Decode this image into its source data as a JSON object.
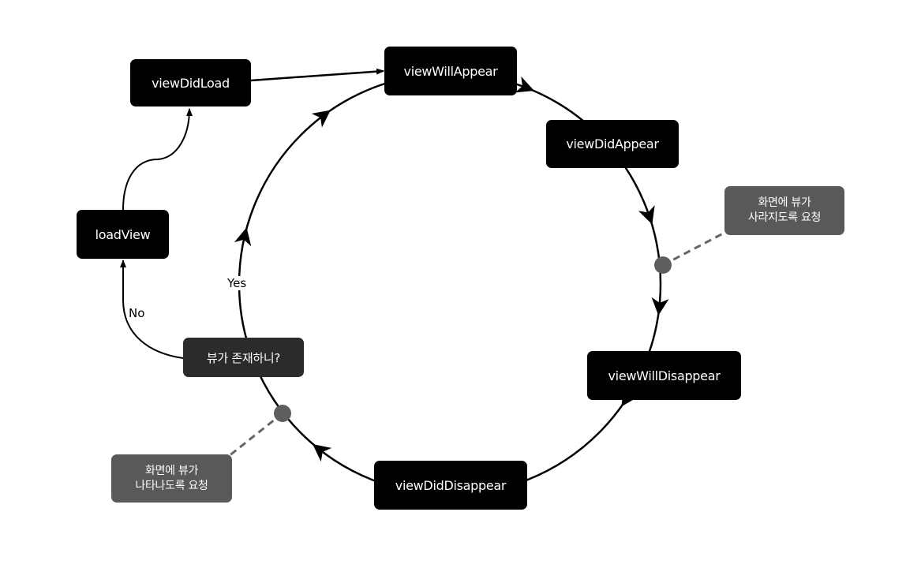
{
  "nodes": {
    "viewDidLoad": "viewDidLoad",
    "viewWillAppear": "viewWillAppear",
    "viewDidAppear": "viewDidAppear",
    "viewWillDisappear": "viewWillDisappear",
    "viewDidDisappear": "viewDidDisappear",
    "loadView": "loadView",
    "decision": "뷰가 존재하니?"
  },
  "requests": {
    "disappear": [
      "화면에 뷰가",
      "사라지도록 요청"
    ],
    "appear": [
      "화면에 뷰가",
      "나타나도록 요청"
    ]
  },
  "edge_labels": {
    "yes": "Yes",
    "no": "No"
  },
  "colors": {
    "node_fill": "#000000",
    "decision_fill": "#2b2b2b",
    "request_fill": "#595959",
    "request_dot": "#5e5e5e",
    "line": "#000000",
    "dashed_line": "#666666"
  }
}
